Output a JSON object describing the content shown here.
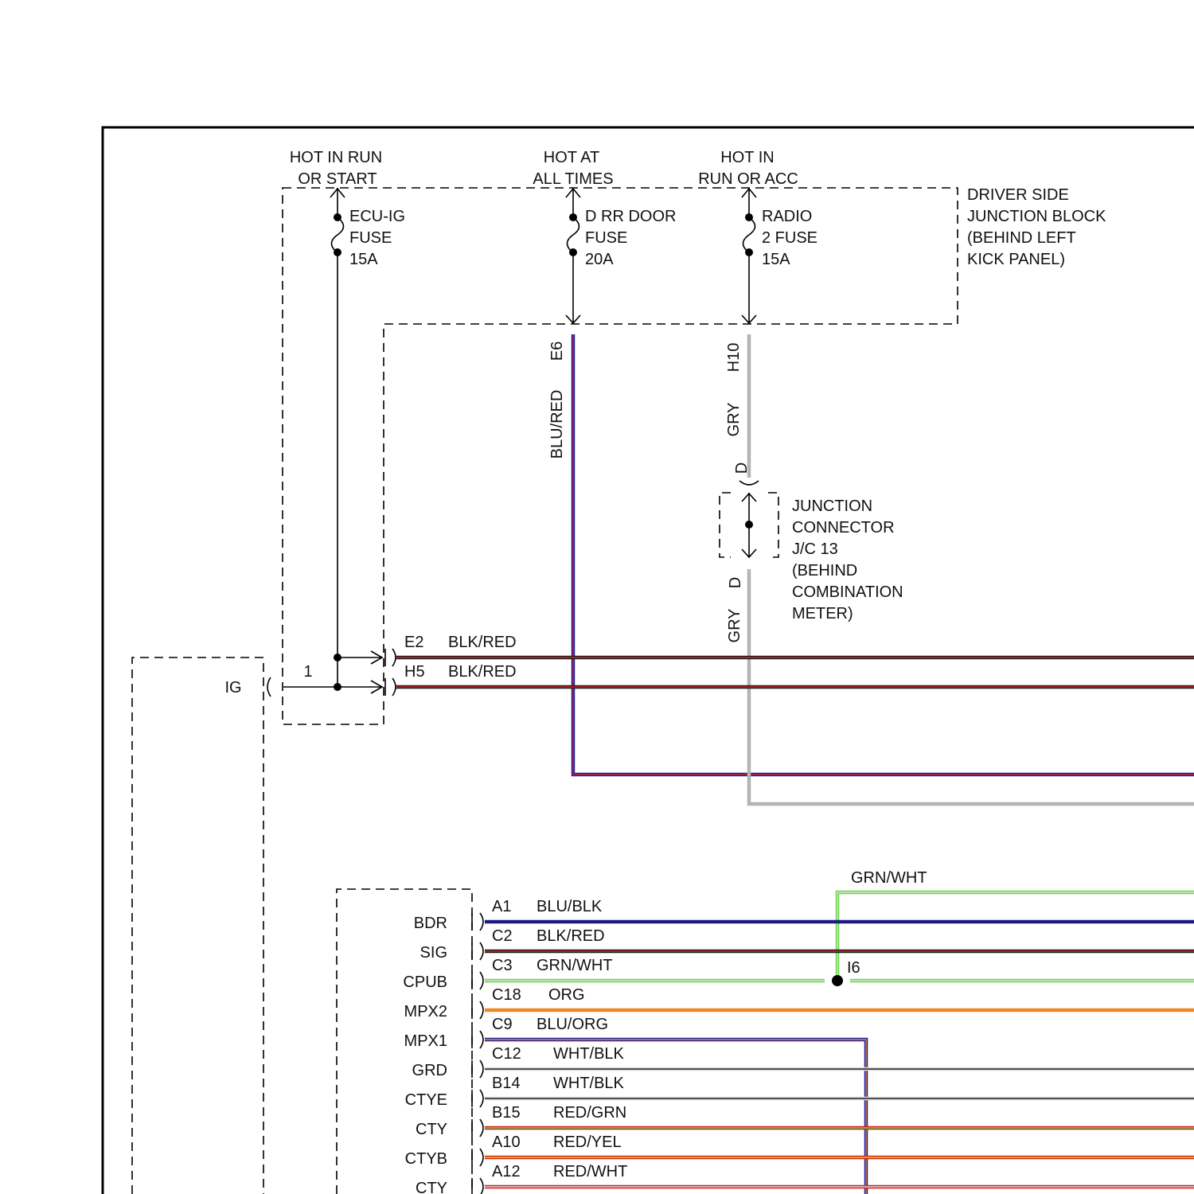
{
  "power_sources": {
    "hot_in_run_or_start": [
      "HOT IN RUN",
      "OR START"
    ],
    "hot_at_all_times": [
      "HOT AT",
      "ALL TIMES"
    ],
    "hot_in_run_or_acc": [
      "HOT IN",
      "RUN OR ACC"
    ]
  },
  "fuses": {
    "ecu_ig": [
      "ECU-IG",
      "FUSE",
      "15A"
    ],
    "d_rr_door": [
      "D RR DOOR",
      "FUSE",
      "20A"
    ],
    "radio_2": [
      "RADIO",
      "2 FUSE",
      "15A"
    ]
  },
  "junction_block": [
    "DRIVER SIDE",
    "JUNCTION BLOCK",
    "(BEHIND LEFT",
    "KICK PANEL)"
  ],
  "junction_connector": [
    "JUNCTION",
    "CONNECTOR",
    "J/C 13",
    "(BEHIND",
    "COMBINATION",
    "METER)"
  ],
  "vertical_wires": {
    "e6": {
      "pin": "E6",
      "color_name": "BLU/RED"
    },
    "h10": {
      "pin": "H10",
      "color_name": "GRY"
    },
    "jc_top_pin": "D",
    "jc_bottom_pin": "D",
    "lower_gry": "GRY"
  },
  "ig_block": {
    "label": "IG",
    "pin": "1",
    "outputs": [
      {
        "pin": "E2",
        "color_name": "BLK/RED"
      },
      {
        "pin": "H5",
        "color_name": "BLK/RED"
      }
    ]
  },
  "splice": {
    "label": "I6",
    "wire": "GRN/WHT"
  },
  "module_pins": [
    {
      "terminal": "BDR",
      "pin": "A1",
      "color_name": "BLU/BLK"
    },
    {
      "terminal": "SIG",
      "pin": "C2",
      "color_name": "BLK/RED"
    },
    {
      "terminal": "CPUB",
      "pin": "C3",
      "color_name": "GRN/WHT"
    },
    {
      "terminal": "MPX2",
      "pin": "C18",
      "color_name": "ORG"
    },
    {
      "terminal": "MPX1",
      "pin": "C9",
      "color_name": "BLU/ORG"
    },
    {
      "terminal": "GRD",
      "pin": "C12",
      "color_name": "WHT/BLK"
    },
    {
      "terminal": "CTYE",
      "pin": "B14",
      "color_name": "WHT/BLK"
    },
    {
      "terminal": "CTY",
      "pin": "B15",
      "color_name": "RED/GRN"
    },
    {
      "terminal": "CTYB",
      "pin": "A10",
      "color_name": "RED/YEL"
    },
    {
      "terminal": "CTY",
      "pin": "A12",
      "color_name": "RED/WHT"
    }
  ],
  "colors": {
    "blu": "#2020a0",
    "red": "#d02020",
    "blk": "#202020",
    "gry": "#b4b4b4",
    "grn": "#66dd44",
    "org": "#ee8822",
    "wht": "#dddddd",
    "yel": "#e8d000"
  }
}
